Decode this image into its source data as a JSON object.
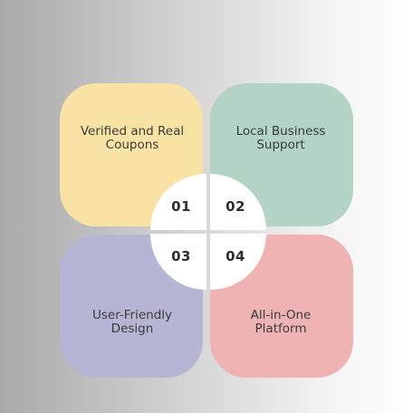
{
  "diagram": {
    "items": [
      {
        "number": "01",
        "label": "Verified and Real\nCoupons",
        "color": "#f8e3a5"
      },
      {
        "number": "02",
        "label": "Local Business\nSupport",
        "color": "#b3d3c5"
      },
      {
        "number": "03",
        "label": "User-Friendly\nDesign",
        "color": "#b5b6d3"
      },
      {
        "number": "04",
        "label": "All-in-One\nPlatform",
        "color": "#f0b3b3"
      }
    ]
  }
}
